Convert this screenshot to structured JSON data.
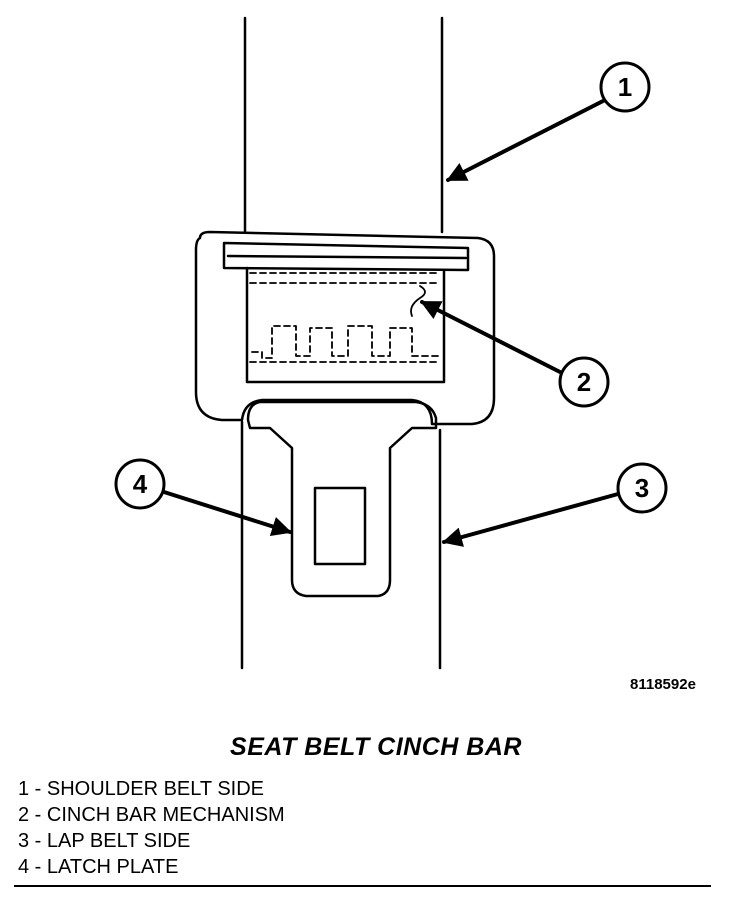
{
  "figure": {
    "id": "8118592e",
    "title": "SEAT BELT CINCH BAR"
  },
  "callouts": [
    {
      "num": "1"
    },
    {
      "num": "2"
    },
    {
      "num": "3"
    },
    {
      "num": "4"
    }
  ],
  "legend": [
    {
      "text": "1 - SHOULDER BELT SIDE"
    },
    {
      "text": "2 - CINCH BAR MECHANISM"
    },
    {
      "text": "3 - LAP BELT SIDE"
    },
    {
      "text": "4 - LATCH PLATE"
    }
  ],
  "colors": {
    "line": "#000000",
    "background": "#ffffff"
  }
}
